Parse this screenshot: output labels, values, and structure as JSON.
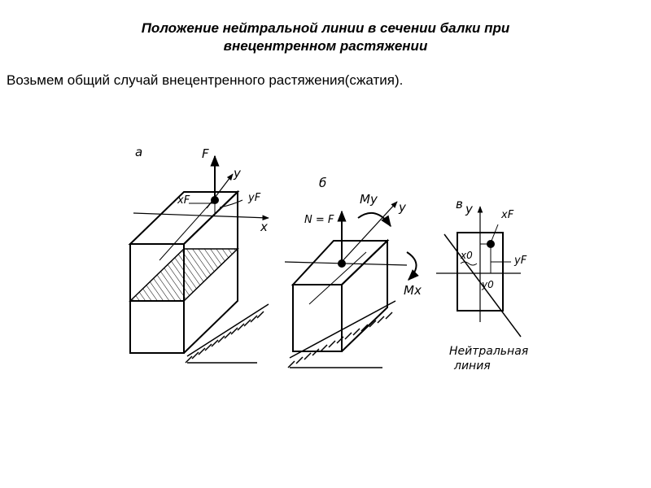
{
  "slide": {
    "title_line1": "Положение нейтральной линии в сечении балки при",
    "title_line2": "внецентренном растяжении",
    "subtitle": "Возьмем общий случай внецентренного растяжения(сжатия)."
  },
  "figure": {
    "a": {
      "panel_label": "а",
      "force_label": "F",
      "y_axis_label": "y",
      "x_axis_label": "x",
      "xF_label": "xF",
      "yF_label": "yF"
    },
    "b": {
      "panel_label": "б",
      "force_label": "N = F",
      "My_label": "My",
      "Mx_label": "Mx",
      "y_axis_label": "y"
    },
    "c": {
      "panel_label": "в",
      "y_axis_label": "y",
      "xF_label": "xF",
      "yF_label": "yF",
      "x0_label": "x0",
      "y0_label": "y0",
      "neutral_line_label_1": "Нейтральная",
      "neutral_line_label_2": "линия"
    }
  }
}
